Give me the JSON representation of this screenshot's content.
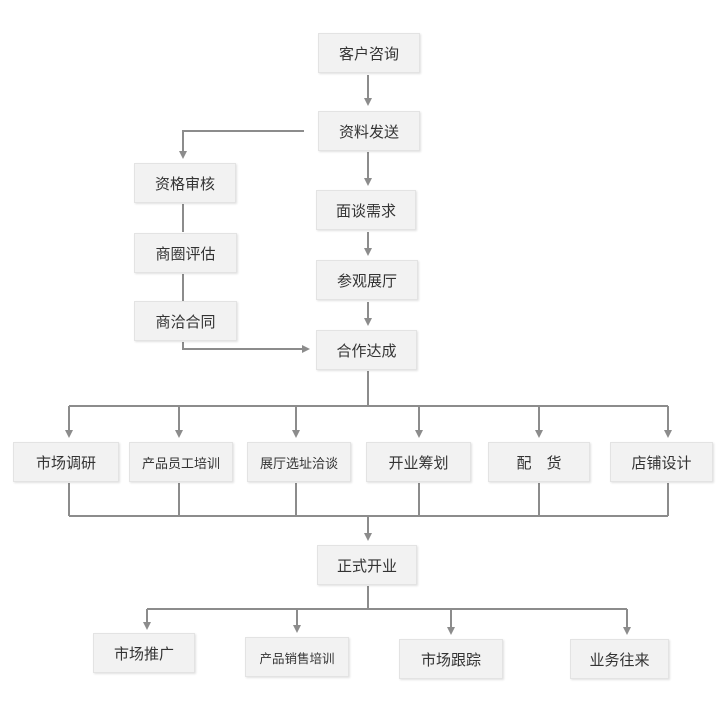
{
  "steps": {
    "customer_consult": "客户咨询",
    "send_materials": "资料发送",
    "qualification_review": "资格审核",
    "trade_area_eval": "商圈评估",
    "contract_negotiation": "商洽合同",
    "interview": "面谈需求",
    "visit_showroom": "参观展厅",
    "cooperation_reached": "合作达成",
    "market_research": "市场调研",
    "product_staff_training": "产品员工培训",
    "showroom_site_selection": "展厅选址洽谈",
    "opening_planning": "开业筹划",
    "distribution": "配　货",
    "store_design": "店铺设计",
    "grand_opening": "正式开业",
    "market_promotion": "市场推广",
    "sales_training": "产品销售培训",
    "market_tracking": "市场跟踪",
    "business_contact": "业务往来"
  },
  "colors": {
    "line": "#8c8c8c",
    "box_fill": "#f2f2f2",
    "box_border": "#e3e3e3",
    "text": "#333333"
  }
}
